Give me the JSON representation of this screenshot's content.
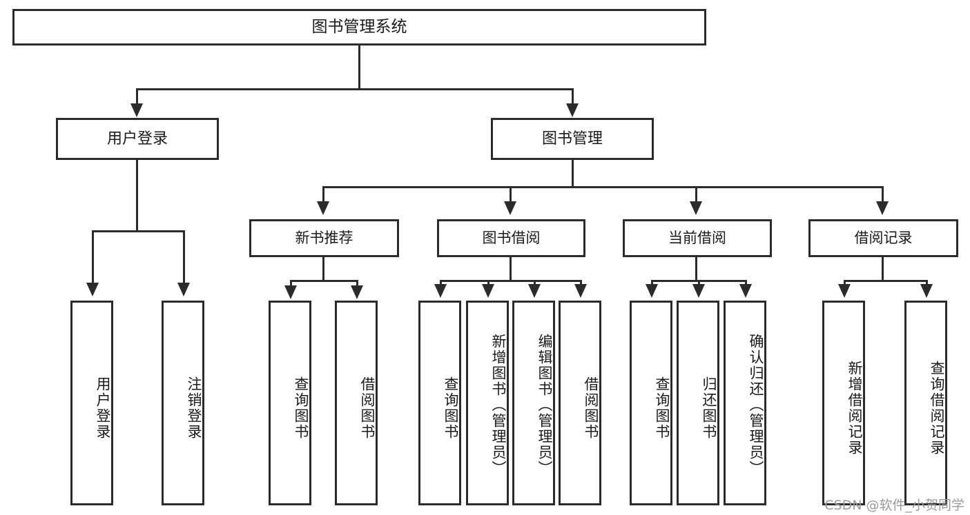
{
  "diagram": {
    "title": "图书管理系统",
    "type": "tree",
    "watermark": "CSDN @软件_小贺同学",
    "colors": {
      "border": "#2b2b2b",
      "background": "#ffffff",
      "text": "#1a1a1a",
      "watermark": "#9a9a9a"
    }
  },
  "root": {
    "label": "图书管理系统"
  },
  "level1": [
    {
      "label": "用户登录"
    },
    {
      "label": "图书管理"
    }
  ],
  "level2": [
    {
      "label": "新书推荐"
    },
    {
      "label": "图书借阅"
    },
    {
      "label": "当前借阅"
    },
    {
      "label": "借阅记录"
    }
  ],
  "leaves": {
    "user_login": [
      {
        "label": "用户登录"
      },
      {
        "label": "注销登录"
      }
    ],
    "new_books": [
      {
        "label": "查询图书"
      },
      {
        "label": "借阅图书"
      }
    ],
    "borrow_books": [
      {
        "label": "查询图书"
      },
      {
        "label": "新增图书（管理员）"
      },
      {
        "label": "编辑图书（管理员）"
      },
      {
        "label": "借阅图书"
      }
    ],
    "current_borrow": [
      {
        "label": "查询图书"
      },
      {
        "label": "归还图书"
      },
      {
        "label": "确认归还（管理员）"
      }
    ],
    "borrow_records": [
      {
        "label": "新增借阅记录"
      },
      {
        "label": "查询借阅记录"
      }
    ]
  }
}
